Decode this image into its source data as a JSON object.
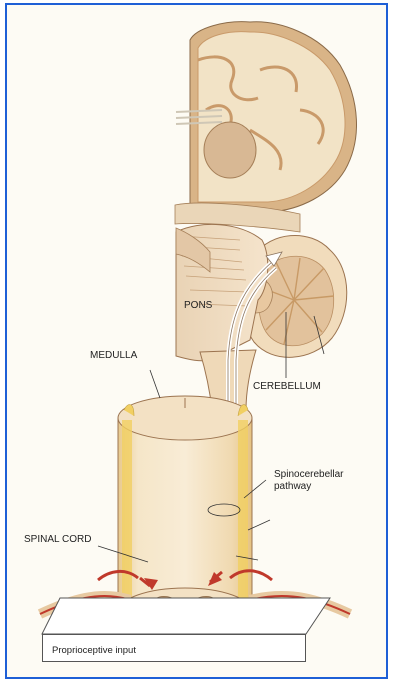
{
  "labels": {
    "pons": "PONS",
    "medulla": "MEDULLA",
    "cerebellum": "CEREBELLUM",
    "spinocerebellar_1": "Spinocerebellar",
    "spinocerebellar_2": "pathway",
    "spinal_cord": "SPINAL CORD",
    "input_box": "Proprioceptive input"
  },
  "colors": {
    "frame": "#1e5fd6",
    "tissue": "#f0d8b8",
    "gray_matter": "#c79a6c",
    "white_matter": "#f6e9d2",
    "tract_yellow": "#f1cf62",
    "nerve_red": "#c0392b"
  }
}
